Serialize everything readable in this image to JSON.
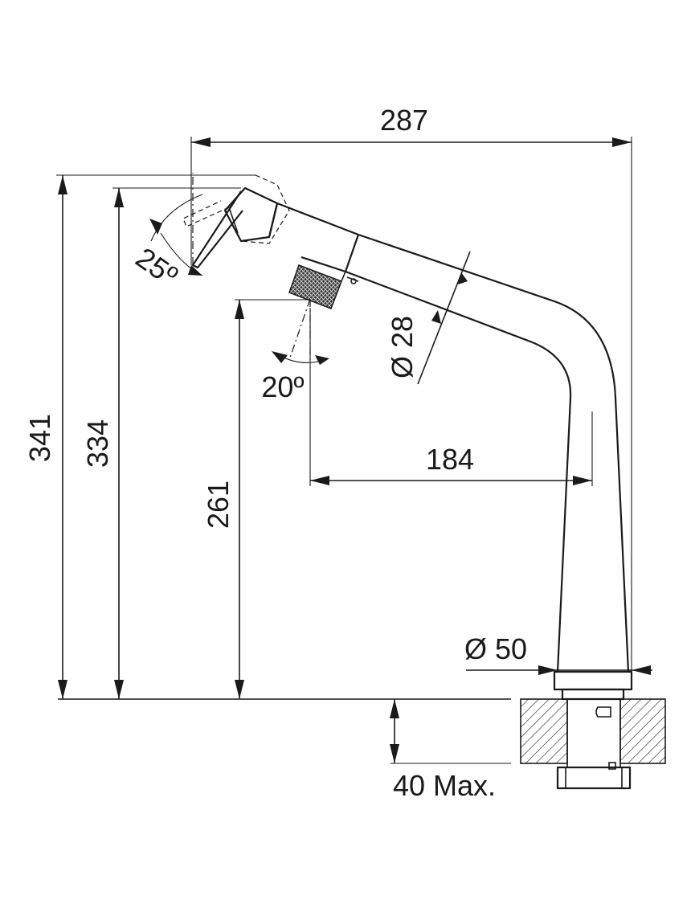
{
  "dimensions": {
    "width_overall": "287",
    "height_overall": "341",
    "height_spray": "334",
    "height_outlet": "261",
    "reach": "184",
    "spout_diameter": "Ø 28",
    "base_diameter": "Ø 50",
    "deck_thickness": "40 Max.",
    "spray_angle": "25º",
    "outlet_angle": "20º"
  },
  "colors": {
    "line": "#1a1a1a",
    "background": "#ffffff",
    "knurl": "#3a3a3a"
  }
}
